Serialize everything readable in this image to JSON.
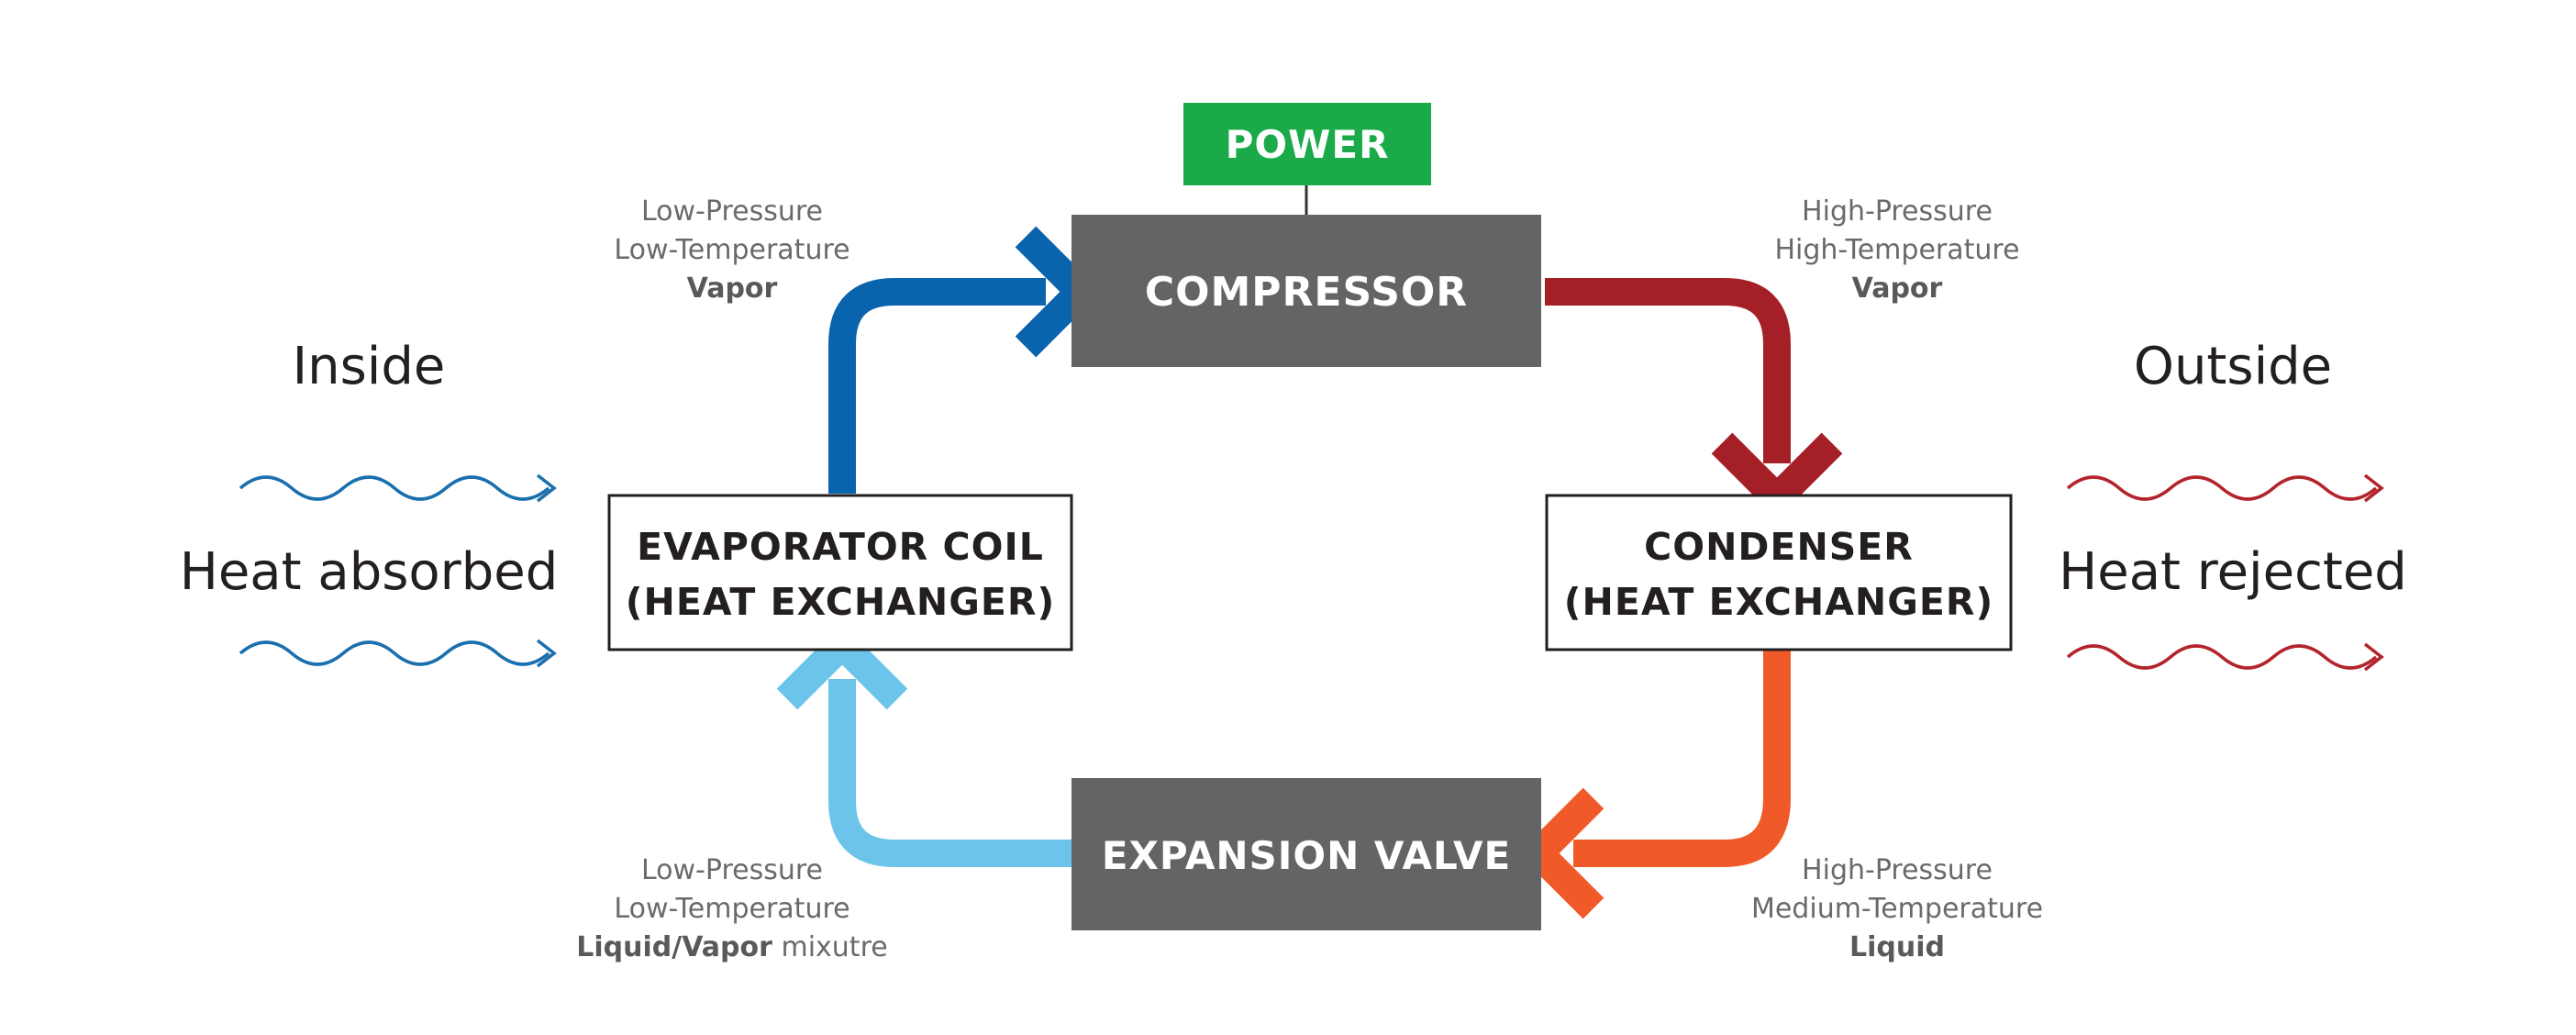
{
  "components": {
    "power": "POWER",
    "compressor": "COMPRESSOR",
    "expansion_valve": "EXPANSION VALVE",
    "evaporator_line1": "EVAPORATOR COIL",
    "evaporator_line2": "(HEAT EXCHANGER)",
    "condenser_line1": "CONDENSER",
    "condenser_line2": "(HEAT EXCHANGER)"
  },
  "sides": {
    "inside_title": "Inside",
    "inside_caption": "Heat absorbed",
    "outside_title": "Outside",
    "outside_caption": "Heat rejected"
  },
  "states": {
    "evap_to_compressor": {
      "line1": "Low-Pressure",
      "line2": "Low-Temperature",
      "line3": "Vapor"
    },
    "compressor_to_condenser": {
      "line1": "High-Pressure",
      "line2": "High-Temperature",
      "line3": "Vapor"
    },
    "condenser_to_valve": {
      "line1": "High-Pressure",
      "line2": "Medium-Temperature",
      "line3": "Liquid"
    },
    "valve_to_evap": {
      "line1": "Low-Pressure",
      "line2": "Low-Temperature",
      "line3_bold": "Liquid/Vapor",
      "line3_rest": " mixutre"
    }
  },
  "colors": {
    "power_green": "#1aaa4a",
    "component_gray": "#636466",
    "vapor_low_blue": "#0a63ad",
    "vapor_high_red": "#a51f27",
    "liquid_orange": "#f05a28",
    "mixture_light_blue": "#6cc4ea",
    "inside_wave_blue": "#1a6fae",
    "outside_wave_red": "#b3242c"
  }
}
